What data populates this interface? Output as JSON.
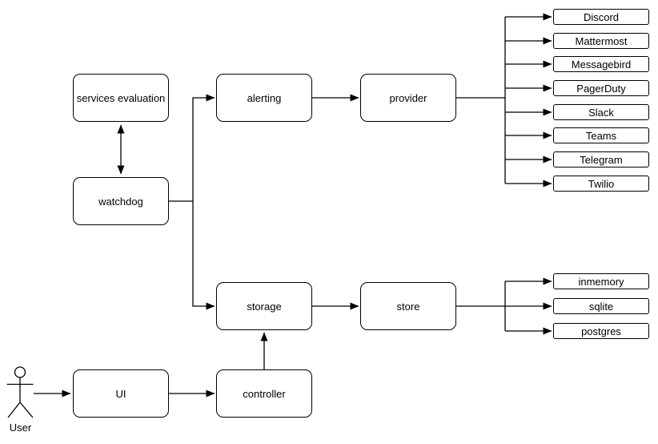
{
  "diagram": {
    "nodes": {
      "services_evaluation": "services evaluation",
      "watchdog": "watchdog",
      "alerting": "alerting",
      "provider": "provider",
      "storage": "storage",
      "store": "store",
      "ui": "UI",
      "controller": "controller"
    },
    "provider_items": [
      "Discord",
      "Mattermost",
      "Messagebird",
      "PagerDuty",
      "Slack",
      "Teams",
      "Telegram",
      "Twilio"
    ],
    "store_items": [
      "inmemory",
      "sqlite",
      "postgres"
    ],
    "actor": {
      "label": "User"
    },
    "edges": [
      {
        "from": "services_evaluation",
        "to": "watchdog",
        "direction": "both"
      },
      {
        "from": "watchdog",
        "to": "alerting",
        "direction": "forward"
      },
      {
        "from": "watchdog",
        "to": "storage",
        "direction": "forward"
      },
      {
        "from": "alerting",
        "to": "provider",
        "direction": "forward"
      },
      {
        "from": "provider",
        "to": "Discord",
        "direction": "forward"
      },
      {
        "from": "provider",
        "to": "Mattermost",
        "direction": "forward"
      },
      {
        "from": "provider",
        "to": "Messagebird",
        "direction": "forward"
      },
      {
        "from": "provider",
        "to": "PagerDuty",
        "direction": "forward"
      },
      {
        "from": "provider",
        "to": "Slack",
        "direction": "forward"
      },
      {
        "from": "provider",
        "to": "Teams",
        "direction": "forward"
      },
      {
        "from": "provider",
        "to": "Telegram",
        "direction": "forward"
      },
      {
        "from": "provider",
        "to": "Twilio",
        "direction": "forward"
      },
      {
        "from": "storage",
        "to": "store",
        "direction": "forward"
      },
      {
        "from": "store",
        "to": "inmemory",
        "direction": "forward"
      },
      {
        "from": "store",
        "to": "sqlite",
        "direction": "forward"
      },
      {
        "from": "store",
        "to": "postgres",
        "direction": "forward"
      },
      {
        "from": "User",
        "to": "UI",
        "direction": "forward"
      },
      {
        "from": "UI",
        "to": "controller",
        "direction": "forward"
      },
      {
        "from": "controller",
        "to": "storage",
        "direction": "forward"
      }
    ],
    "colors": {
      "stroke": "#000000",
      "fill": "#ffffff",
      "background": "#ffffff"
    }
  }
}
